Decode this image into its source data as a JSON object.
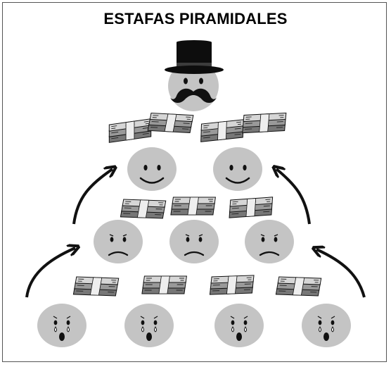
{
  "title": "ESTAFAS PIRAMIDALES",
  "colors": {
    "face": "#c4c4c4",
    "ink": "#111111",
    "hat": "#0d0d0d",
    "money": "#8a8a8a",
    "money_light": "#d2d2d2",
    "frame": "#555555"
  },
  "levels": [
    {
      "name": "boss",
      "mood": "mustache",
      "count": 1
    },
    {
      "name": "level-2",
      "mood": "happy",
      "count": 2
    },
    {
      "name": "level-3",
      "mood": "sad",
      "count": 3
    },
    {
      "name": "level-4",
      "mood": "crying",
      "count": 4
    }
  ],
  "icons": {
    "hat": "top-hat-icon",
    "money": "money-stack-icon",
    "arrow": "curved-arrow-icon"
  }
}
